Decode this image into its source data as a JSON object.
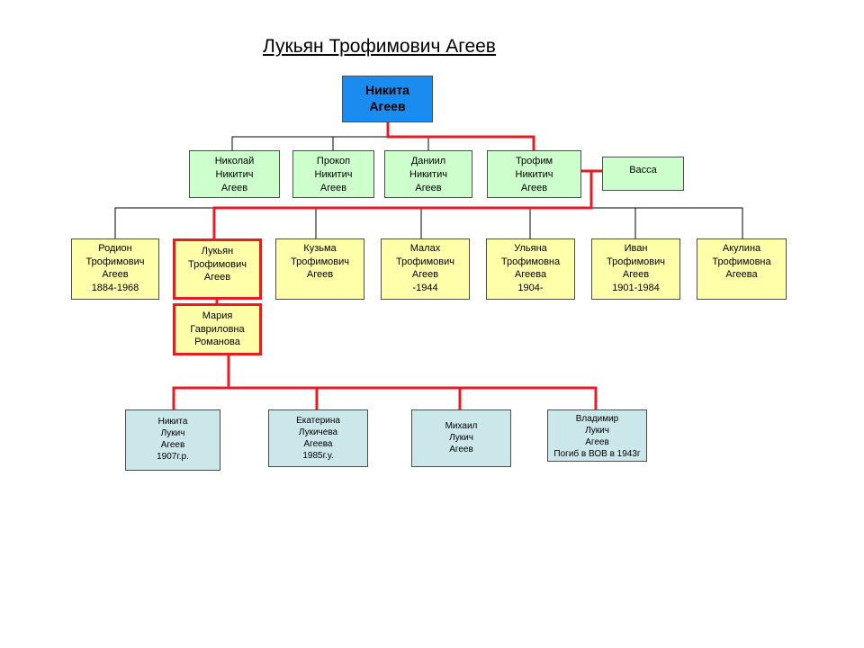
{
  "title": "Лукьян Трофимович Агеев",
  "root": {
    "line1": "Никита",
    "line2": "Агеев"
  },
  "sons": [
    {
      "line1": "Николай",
      "line2": "Никитич",
      "line3": "Агеев"
    },
    {
      "line1": "Прокоп",
      "line2": "Никитич",
      "line3": "Агеев"
    },
    {
      "line1": "Даниил",
      "line2": "Никитич",
      "line3": "Агеев"
    },
    {
      "line1": "Трофим",
      "line2": "Никитич",
      "line3": "Агеев"
    }
  ],
  "spouse": {
    "line1": "Васса"
  },
  "grandchildren": [
    {
      "line1": "Родион",
      "line2": "Трофимович",
      "line3": "Агеев",
      "line4": "1884-1968"
    },
    {
      "line1": "Лукьян",
      "line2": "Трофимович",
      "line3": "Агеев",
      "line4": ""
    },
    {
      "line1": "Кузьма",
      "line2": "Трофимович",
      "line3": "Агеев",
      "line4": ""
    },
    {
      "line1": "Малах",
      "line2": "Трофимович",
      "line3": "Агеев",
      "line4": "-1944"
    },
    {
      "line1": "Ульяна",
      "line2": "Трофимовна",
      "line3": "Агеева",
      "line4": "1904-"
    },
    {
      "line1": "Иван",
      "line2": "Трофимович",
      "line3": "Агеев",
      "line4": "1901-1984"
    },
    {
      "line1": "Акулина",
      "line2": "Трофимовна",
      "line3": "Агеева",
      "line4": ""
    }
  ],
  "wife": {
    "line1": "Мария",
    "line2": "Гавриловна",
    "line3": "Романова"
  },
  "children": [
    {
      "line1": "Никита",
      "line2": "Лукич",
      "line3": "Агеев",
      "line4": "1907г.р."
    },
    {
      "line1": "Екатерина",
      "line2": "Лукичева",
      "line3": "Агеева",
      "line4": "1985г.у."
    },
    {
      "line1": "Михаил",
      "line2": "Лукич",
      "line3": "Агеев",
      "line4": ""
    },
    {
      "line1": "Владимир",
      "line2": "Лукич",
      "line3": "Агеев",
      "line4": "Погиб в ВОВ в 1943г"
    }
  ],
  "colors": {
    "highlight_line": "#e51c23",
    "root_box": "#1a8cef",
    "sons_box": "#ccffcc",
    "grandchildren_box": "#ffffaa",
    "children_box": "#cce7e9"
  }
}
